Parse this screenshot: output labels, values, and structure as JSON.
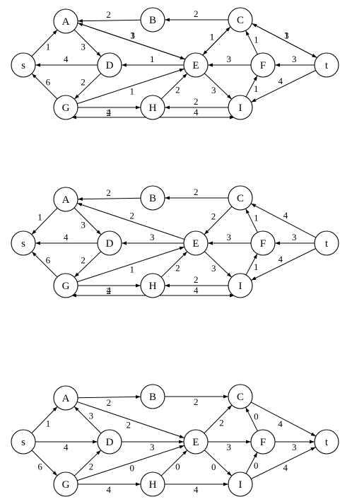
{
  "graphs": [
    {
      "id": "g1",
      "nodes": [
        "s",
        "A",
        "B",
        "C",
        "D",
        "E",
        "F",
        "G",
        "H",
        "I",
        "t"
      ],
      "edges": [
        {
          "from": "B",
          "to": "A",
          "label": "2"
        },
        {
          "from": "C",
          "to": "B",
          "label": "2"
        },
        {
          "from": "s",
          "to": "A",
          "label": "1"
        },
        {
          "from": "A",
          "to": "D",
          "label": "3"
        },
        {
          "from": "A",
          "to": "E",
          "label": "1",
          "parallel": -1
        },
        {
          "from": "E",
          "to": "A",
          "label": "3",
          "parallel": 1
        },
        {
          "from": "D",
          "to": "s",
          "label": "4"
        },
        {
          "from": "E",
          "to": "D",
          "label": "1"
        },
        {
          "from": "D",
          "to": "G",
          "label": "2"
        },
        {
          "from": "G",
          "to": "s",
          "label": "6"
        },
        {
          "from": "G",
          "to": "E",
          "label": "1"
        },
        {
          "from": "G",
          "to": "H",
          "label": "2"
        },
        {
          "from": "H",
          "to": "G",
          "label": "4",
          "bottom": true
        },
        {
          "from": "H",
          "to": "E",
          "label": "2"
        },
        {
          "from": "E",
          "to": "C",
          "label": "1",
          "parallel": -1
        },
        {
          "from": "C",
          "to": "E",
          "label": "1",
          "parallel": 1
        },
        {
          "from": "F",
          "to": "C",
          "label": "1"
        },
        {
          "from": "F",
          "to": "E",
          "label": "3"
        },
        {
          "from": "C",
          "to": "t",
          "label": "3",
          "parallel": -1
        },
        {
          "from": "t",
          "to": "C",
          "label": "1",
          "parallel": 1
        },
        {
          "from": "t",
          "to": "F",
          "label": "3"
        },
        {
          "from": "E",
          "to": "I",
          "label": "3"
        },
        {
          "from": "I",
          "to": "F",
          "label": "1"
        },
        {
          "from": "t",
          "to": "I",
          "label": "4"
        },
        {
          "from": "I",
          "to": "H",
          "label": "2"
        },
        {
          "from": "H",
          "to": "I",
          "label": "4",
          "bottom": true
        }
      ]
    },
    {
      "id": "g2",
      "nodes": [
        "s",
        "A",
        "B",
        "C",
        "D",
        "E",
        "F",
        "G",
        "H",
        "I",
        "t"
      ],
      "edges": [
        {
          "from": "B",
          "to": "A",
          "label": "2"
        },
        {
          "from": "C",
          "to": "B",
          "label": "2"
        },
        {
          "from": "A",
          "to": "s",
          "label": "1"
        },
        {
          "from": "A",
          "to": "D",
          "label": "3"
        },
        {
          "from": "E",
          "to": "A",
          "label": "2"
        },
        {
          "from": "D",
          "to": "s",
          "label": "4"
        },
        {
          "from": "E",
          "to": "D",
          "label": "3"
        },
        {
          "from": "D",
          "to": "G",
          "label": "2"
        },
        {
          "from": "G",
          "to": "s",
          "label": "6"
        },
        {
          "from": "G",
          "to": "E",
          "label": "1"
        },
        {
          "from": "G",
          "to": "H",
          "label": "2"
        },
        {
          "from": "H",
          "to": "G",
          "label": "4",
          "bottom": true
        },
        {
          "from": "H",
          "to": "E",
          "label": "2"
        },
        {
          "from": "C",
          "to": "E",
          "label": "2"
        },
        {
          "from": "F",
          "to": "C",
          "label": "1"
        },
        {
          "from": "F",
          "to": "E",
          "label": "3"
        },
        {
          "from": "t",
          "to": "C",
          "label": "4"
        },
        {
          "from": "t",
          "to": "F",
          "label": "3"
        },
        {
          "from": "E",
          "to": "I",
          "label": "3"
        },
        {
          "from": "I",
          "to": "F",
          "label": "1"
        },
        {
          "from": "t",
          "to": "I",
          "label": "4"
        },
        {
          "from": "I",
          "to": "H",
          "label": "2"
        },
        {
          "from": "H",
          "to": "I",
          "label": "4",
          "bottom": true
        }
      ]
    },
    {
      "id": "g3",
      "nodes": [
        "s",
        "A",
        "B",
        "C",
        "D",
        "E",
        "F",
        "G",
        "H",
        "I",
        "t"
      ],
      "edges": [
        {
          "from": "A",
          "to": "B",
          "label": "2"
        },
        {
          "from": "B",
          "to": "C",
          "label": "2"
        },
        {
          "from": "s",
          "to": "A",
          "label": "1"
        },
        {
          "from": "D",
          "to": "A",
          "label": "3"
        },
        {
          "from": "A",
          "to": "E",
          "label": "2"
        },
        {
          "from": "s",
          "to": "D",
          "label": "4"
        },
        {
          "from": "D",
          "to": "E",
          "label": "3"
        },
        {
          "from": "G",
          "to": "D",
          "label": "2"
        },
        {
          "from": "s",
          "to": "G",
          "label": "6"
        },
        {
          "from": "G",
          "to": "E",
          "label": "0"
        },
        {
          "from": "G",
          "to": "H",
          "label": "4"
        },
        {
          "from": "H",
          "to": "E",
          "label": "0"
        },
        {
          "from": "E",
          "to": "C",
          "label": "2"
        },
        {
          "from": "F",
          "to": "C",
          "label": "0"
        },
        {
          "from": "E",
          "to": "F",
          "label": "3"
        },
        {
          "from": "C",
          "to": "t",
          "label": "4"
        },
        {
          "from": "F",
          "to": "t",
          "label": "3"
        },
        {
          "from": "E",
          "to": "I",
          "label": "0"
        },
        {
          "from": "I",
          "to": "F",
          "label": "0"
        },
        {
          "from": "I",
          "to": "t",
          "label": "4"
        },
        {
          "from": "H",
          "to": "I",
          "label": "4"
        }
      ]
    }
  ]
}
